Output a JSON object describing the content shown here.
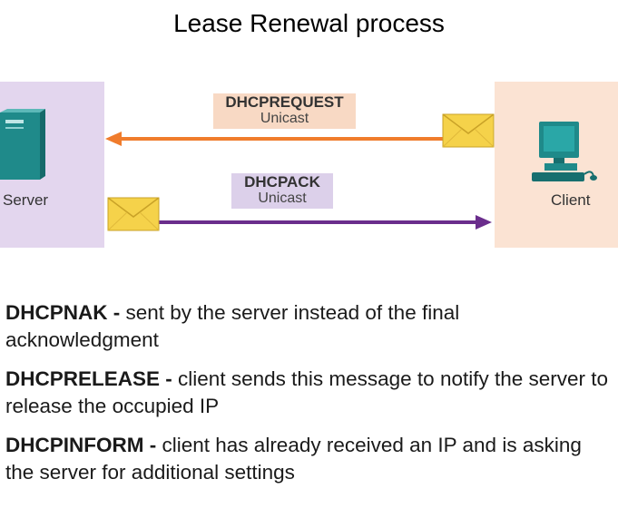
{
  "title": "Lease Renewal process",
  "nodes": {
    "server": "Server",
    "client": "Client"
  },
  "messages": [
    {
      "name": "DHCPREQUEST",
      "mode": "Unicast",
      "direction": "client-to-server",
      "color": "#f07c2c"
    },
    {
      "name": "DHCPACK",
      "mode": "Unicast",
      "direction": "server-to-client",
      "color": "#6a2d8c"
    }
  ],
  "definitions": [
    {
      "term": "DHCPNAK -",
      "text": "sent by the server instead of the final acknowledgment"
    },
    {
      "term": "DHCPRELEASE -",
      "text": "client sends this message to notify the server to release the occupied IP"
    },
    {
      "term": "DHCPINFORM -",
      "text": "client has already received an IP and is asking the server for additional settings"
    }
  ],
  "colors": {
    "server_panel": "#e3d6ee",
    "client_panel": "#fbe3d3",
    "device": "#1f8a8a",
    "envelope": "#f5d24a"
  }
}
